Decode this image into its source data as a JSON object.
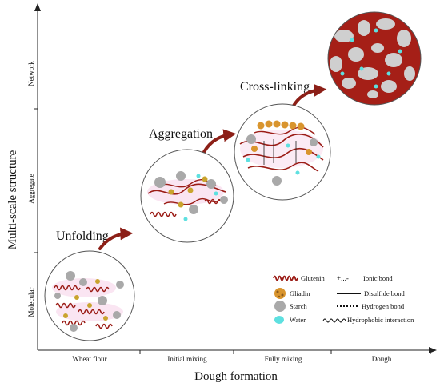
{
  "axes": {
    "y_label": "Multi-scale structure",
    "x_label": "Dough formation",
    "y_levels": [
      "Molecular",
      "Aggregate",
      "Network"
    ],
    "x_stages": [
      "Wheat flour",
      "Initial mixing",
      "Fully mixing",
      "Dough"
    ]
  },
  "steps": {
    "unfolding": "Unfolding",
    "aggregation": "Aggregation",
    "cross_linking": "Cross-linking"
  },
  "legend": {
    "glutenin": "Glutenin",
    "gliadin": "Gliadin",
    "starch": "Starch",
    "water": "Water",
    "ionic": "Ionic bond",
    "ionic_symbol": "+...-",
    "disulfide": "Disulfide bond",
    "hydrogen": "Hydrogen bond",
    "hydrophobic": "Hydrophobic interaction"
  },
  "colors": {
    "glutenin": "#9b1c16",
    "gliadin": "#d9952e",
    "starch": "#a9a9a9",
    "water": "#5ee0e0",
    "arrow": "#8c1f17",
    "halo": "#f3c6e3"
  }
}
